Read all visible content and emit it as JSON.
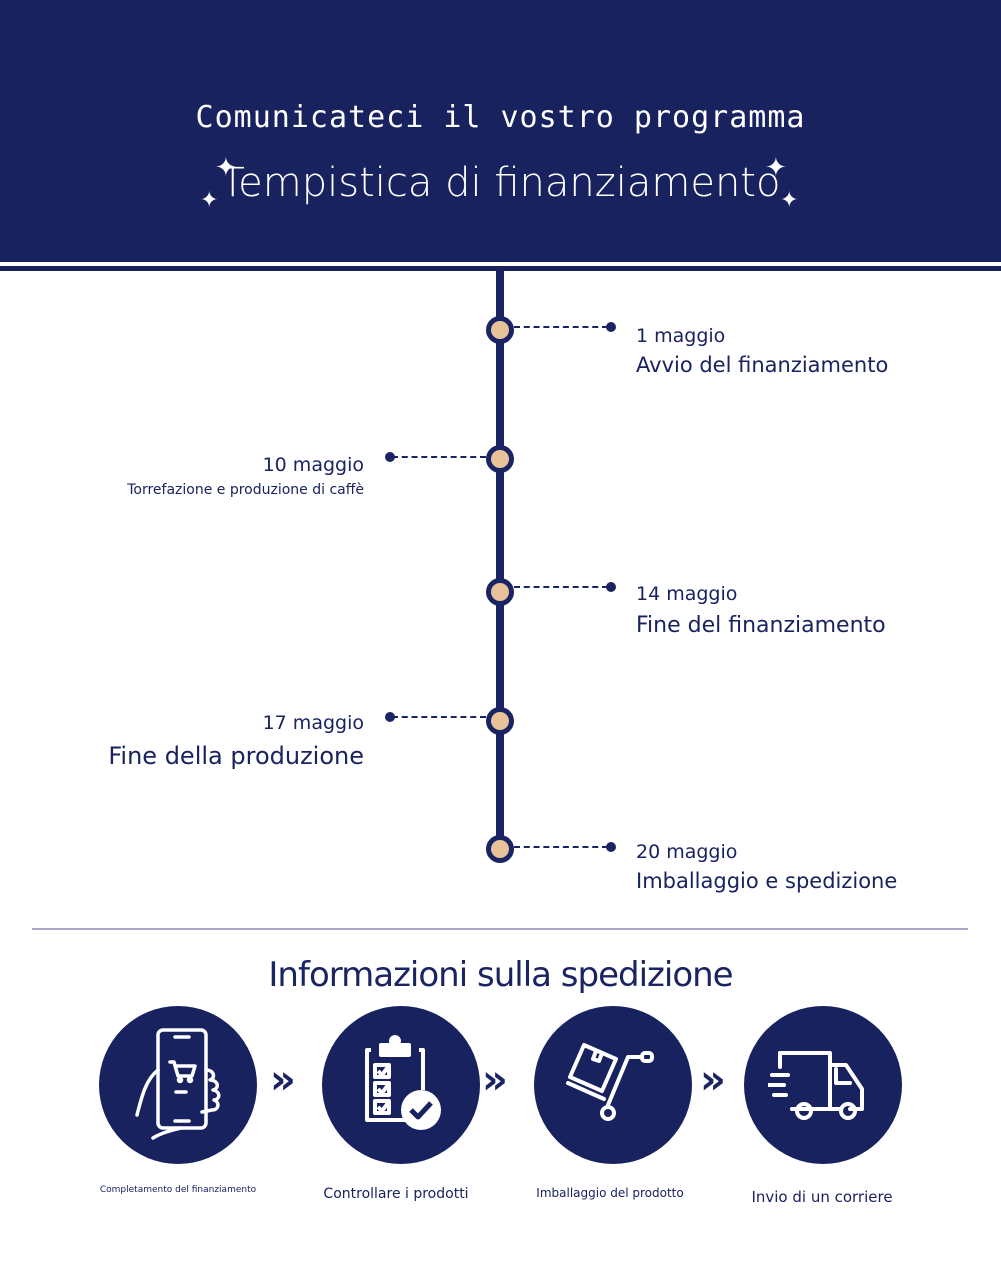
{
  "header": {
    "kicker": "Comunicateci il vostro programma",
    "title": "Tempistica di finanziamento",
    "background_color": "#18225f"
  },
  "timeline": {
    "events": [
      {
        "date": "1 maggio",
        "description": "Avvio del finanziamento",
        "side": "right"
      },
      {
        "date": "10 maggio",
        "description": "Torrefazione e produzione di caffè",
        "side": "left"
      },
      {
        "date": "14 maggio",
        "description": "Fine del finanziamento",
        "side": "right"
      },
      {
        "date": "17 maggio",
        "description": "Fine della produzione",
        "side": "left"
      },
      {
        "date": "20 maggio",
        "description": "Imballaggio e spedizione",
        "side": "right"
      }
    ],
    "node_color": "#e8c39a",
    "line_color": "#1b2462"
  },
  "shipping": {
    "title": "Informazioni sulla spedizione",
    "steps": [
      {
        "icon": "phone-cart-icon",
        "label": "Completamento del finanziamento"
      },
      {
        "icon": "clipboard-check-icon",
        "label": "Controllare i prodotti"
      },
      {
        "icon": "hand-truck-box-icon",
        "label": "Imballaggio del prodotto"
      },
      {
        "icon": "delivery-truck-icon",
        "label": "Invio di un corriere"
      }
    ],
    "separator_icon": "double-chevron-right-icon",
    "separator_glyph": "»"
  },
  "sparkle_glyph": "✦"
}
